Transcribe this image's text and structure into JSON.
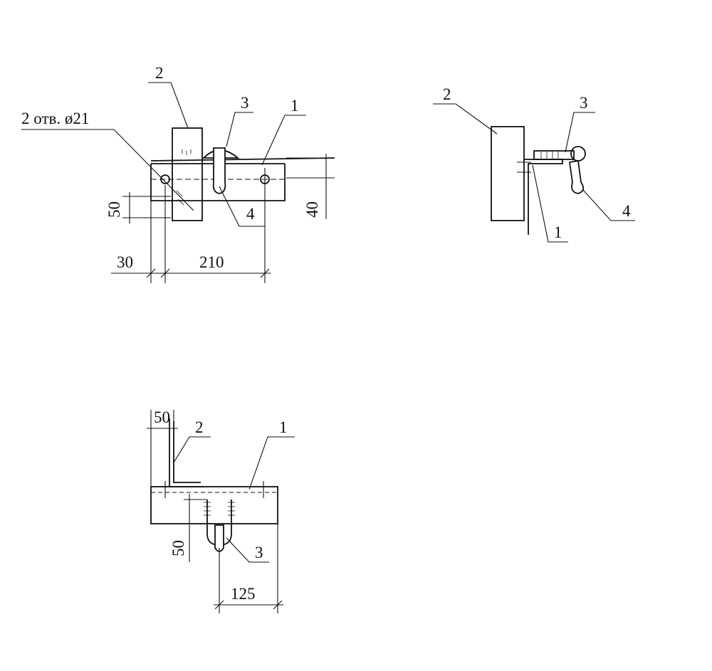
{
  "view_top_left": {
    "hole_note": "2 отв.  ø21",
    "callouts": [
      "2",
      "3",
      "1",
      "4"
    ],
    "dims": [
      "50",
      "40",
      "30",
      "210"
    ]
  },
  "view_top_right": {
    "callouts": [
      "2",
      "3",
      "1",
      "4"
    ]
  },
  "view_bottom": {
    "callouts": [
      "2",
      "1",
      "3"
    ],
    "dims": [
      "50",
      "50",
      "125"
    ]
  }
}
